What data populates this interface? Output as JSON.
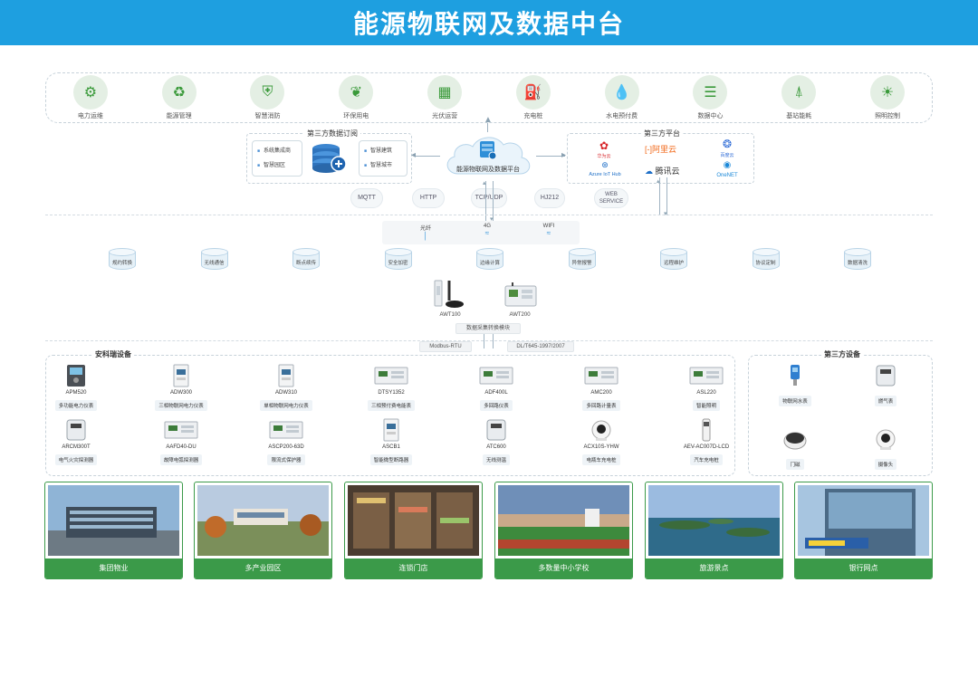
{
  "header": {
    "title": "能源物联网及数据中台"
  },
  "applications": [
    {
      "label": "电力运维",
      "icon": "wrench-person-icon"
    },
    {
      "label": "能源管理",
      "icon": "recycle-icon"
    },
    {
      "label": "智慧消防",
      "icon": "flame-shield-icon"
    },
    {
      "label": "环保用电",
      "icon": "leaf-icon"
    },
    {
      "label": "光伏运营",
      "icon": "solar-panel-icon"
    },
    {
      "label": "充电桩",
      "icon": "charging-pile-icon"
    },
    {
      "label": "水电预付费",
      "icon": "water-drop-icon"
    },
    {
      "label": "数据中心",
      "icon": "database-icon"
    },
    {
      "label": "基站能耗",
      "icon": "signal-tower-icon"
    },
    {
      "label": "照明控制",
      "icon": "light-bulb-icon"
    }
  ],
  "subscription": {
    "title": "第三方数据订阅",
    "left_items": [
      "系统集成商",
      "智慧园区"
    ],
    "right_items": [
      "智慧建筑",
      "智慧城市"
    ]
  },
  "platform": {
    "label": "能源物联网及数据平台"
  },
  "third_party_platform": {
    "title": "第三方平台",
    "logos": [
      {
        "name": "华为云",
        "sub": "",
        "color": "#d7262a"
      },
      {
        "name": "阿里云",
        "sub": "",
        "color": "#f26a1b"
      },
      {
        "name": "百度云",
        "sub": "",
        "color": "#2d6ad6"
      },
      {
        "name": "Azure IoT Hub",
        "sub": "",
        "color": "#1e6fc7"
      },
      {
        "name": "腾讯云",
        "sub": "",
        "color": "#1e6fc7"
      },
      {
        "name": "OneNET",
        "sub": "",
        "color": "#1a88d8"
      }
    ]
  },
  "protocols": [
    "MQTT",
    "HTTP",
    "TCP/UDP",
    "HJ212",
    "WEB SERVICE"
  ],
  "communication": [
    {
      "label": "光纤",
      "icon": "fiber-icon"
    },
    {
      "label": "4G",
      "icon": "wifi-icon"
    },
    {
      "label": "WIFI",
      "icon": "wifi-icon"
    }
  ],
  "edge_functions": [
    "规约转换",
    "无线通信",
    "断点续传",
    "安全加密",
    "边缘计算",
    "异常报警",
    "远程维护",
    "协议定制",
    "数据清洗"
  ],
  "gateways": [
    {
      "model": "AWT100"
    },
    {
      "model": "AWT200"
    }
  ],
  "gateway_caption": "数据采集转换模块",
  "bus_tags": [
    "Modbus-RTU",
    "DL/T645-1997/2007"
  ],
  "acrel_devices": {
    "title": "安科瑞设备",
    "items": [
      {
        "model": "APM520",
        "name": "多功能电力仪表"
      },
      {
        "model": "ADW300",
        "name": "三相物联网电力仪表"
      },
      {
        "model": "ADW310",
        "name": "单相物联网电力仪表"
      },
      {
        "model": "DTSY1352",
        "name": "三相预付费电能表"
      },
      {
        "model": "ADF400L",
        "name": "多回路仪表"
      },
      {
        "model": "AMC200",
        "name": "多回路计量表"
      },
      {
        "model": "ASL220",
        "name": "智能照明"
      },
      {
        "model": "ARCM300T",
        "name": "电气火灾探测器"
      },
      {
        "model": "AAFD40-DU",
        "name": "故障电弧探测器"
      },
      {
        "model": "ASCP200-63D",
        "name": "限流式保护器"
      },
      {
        "model": "ASCB1",
        "name": "智能微型断路器"
      },
      {
        "model": "ATC600",
        "name": "无线测温"
      },
      {
        "model": "ACX10S-YHW",
        "name": "电瓶车充电桩"
      },
      {
        "model": "AEV-AC007D-LCD",
        "name": "汽车充电桩"
      }
    ]
  },
  "third_party_devices": {
    "title": "第三方设备",
    "items": [
      {
        "name": "物联网水表"
      },
      {
        "name": "燃气表"
      },
      {
        "name": "门磁"
      },
      {
        "name": "摄像头"
      }
    ]
  },
  "scenarios": [
    "集团物业",
    "多产业园区",
    "连锁门店",
    "多数量中小学校",
    "旅游景点",
    "银行网点"
  ],
  "colors": {
    "banner": "#1e9fe0",
    "accent_green": "#3b9a49",
    "icon_green": "#3a9a3a"
  }
}
